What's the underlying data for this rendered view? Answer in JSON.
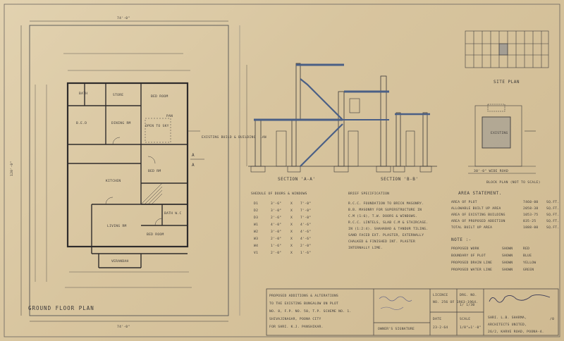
{
  "drawing": {
    "ground_floor_plan_title": "GROUND FLOOR PLAN",
    "site_plan_title": "SITE PLAN",
    "block_plan_title": "BLOCK PLAN (NOT TO SCALE)",
    "section_aa_title": "SECTION 'A-A'",
    "section_bb_title": "SECTION 'B-B'",
    "overall_width": "74'-0\"",
    "overall_depth": "120'-0\"",
    "road_label": "30'-0\" WIDE ROAD",
    "existing_bldg_note": "EXISTING BUILD & BUILDING PLAN"
  },
  "rooms": {
    "bath": "BATH",
    "store": "STORE",
    "bed_room_1": "BED ROOM",
    "bed": "B.E.D",
    "dining_room": "DINING RM",
    "open_to_sky": "OPEN TO SKY",
    "pantry": "PAN",
    "kitchen": "KITCHEN",
    "bed_room_2": "BED RM",
    "living_room": "LIVING RM",
    "bed_room_3": "BED ROOM",
    "bath_wc": "BATH W.C",
    "verandah": "VERANDAH"
  },
  "schedule": {
    "title": "SHEDULE OF DOORS & WINDOWS",
    "rows": [
      {
        "id": "D1",
        "w": "3'-6\"",
        "x": "X",
        "h": "7'-0\""
      },
      {
        "id": "D2",
        "w": "3'-0\"",
        "x": "X",
        "h": "7'-0\""
      },
      {
        "id": "D3",
        "w": "2'-6\"",
        "x": "X",
        "h": "7'-0\""
      },
      {
        "id": "W1",
        "w": "4'-0\"",
        "x": "X",
        "h": "4'-6\""
      },
      {
        "id": "W2",
        "w": "3'-0\"",
        "x": "X",
        "h": "4'-6\""
      },
      {
        "id": "W3",
        "w": "2'-0\"",
        "x": "X",
        "h": "4'-6\""
      },
      {
        "id": "W4",
        "w": "1'-6\"",
        "x": "X",
        "h": "2'-0\""
      },
      {
        "id": "V1",
        "w": "2'-0\"",
        "x": "X",
        "h": "1'-6\""
      }
    ]
  },
  "specification": {
    "title": "BRIEF SPECIFICATION",
    "lines": [
      "R.C.C. FOUNDATION TO BRICK MASONRY.",
      "B.B. MASONRY FOR SUPERSTRUCTURE IN",
      "C.M (1:6), T.W. DOORS & WINDOWS.",
      "R.C.C. LINTELS, SLAB C.M & STAIRCASE.",
      "IN (1:2:4). SHAHABAD & TANDUR TILING.",
      "SAND FACED EXT. PLASTER, EXTERNALLY",
      "CHALKED & FINISHED INT. PLASTER",
      "INTERNALLY LIME."
    ]
  },
  "area_statement": {
    "title": "AREA STATEMENT.",
    "rows": [
      {
        "label": "AREA OF PLOT",
        "value": "7460-00",
        "unit": "SQ.FT."
      },
      {
        "label": "ALLOWABLE BUILT UP AREA",
        "value": "2058-38",
        "unit": "SQ.FT."
      },
      {
        "label": "AREA OF EXISTING BUILDING",
        "value": "1053-75",
        "unit": "SQ.FT."
      },
      {
        "label": "AREA OF PROPOSED ADDITION",
        "value": "835-25",
        "unit": "SQ.FT."
      },
      {
        "label": "TOTAL BUILT UP AREA",
        "value": "1888-00",
        "unit": "SQ.FT."
      }
    ]
  },
  "note": {
    "title": "NOTE :-",
    "rows": [
      {
        "label": "PROPOSED WORK",
        "shown": "SHOWN",
        "color": "RED"
      },
      {
        "label": "BOUNDARY OF PLOT",
        "shown": "SHOWN",
        "color": "BLUE"
      },
      {
        "label": "PROPOSED DRAIN LINE",
        "shown": "SHOWN",
        "color": "YELLOW"
      },
      {
        "label": "PROPOSED WATER LINE",
        "shown": "SHOWN",
        "color": "GREEN"
      }
    ]
  },
  "title_block": {
    "description": [
      "PROPOSED ADDITIONS & ALTERATIONS",
      "TO THE EXISTING BUNGALOW ON PLOT",
      "NO. 8, F.P. NO. 50, T.P. SCHEME NO. 1.",
      "SHIVAJINAGAR, POONA CITY",
      "FOR SHRI. K.J. PANSHIKAR."
    ],
    "owner_signature": "OWNER'S SIGNATURE",
    "licence_label": "LICENCE",
    "licence_value": "NO. 256 OF 1963-1964.",
    "drg_no_label": "DRG. NO.",
    "drg_no_value": "1/ 1/30",
    "date_label": "DATE",
    "date_value": "23-2-64",
    "scale_label": "SCALE",
    "scale_value": "1/8\"=1'-0\"",
    "architect_lines": [
      "SHRI. L.B. SHARMA,",
      "ARCHITECTS UNITED,",
      "26/2, KARVE ROAD, POONA-4."
    ],
    "archive_no": "/0"
  },
  "colors": {
    "paper": "#dccaa6",
    "ink": "#3b3838",
    "blue_wash": "#4a5f86"
  }
}
